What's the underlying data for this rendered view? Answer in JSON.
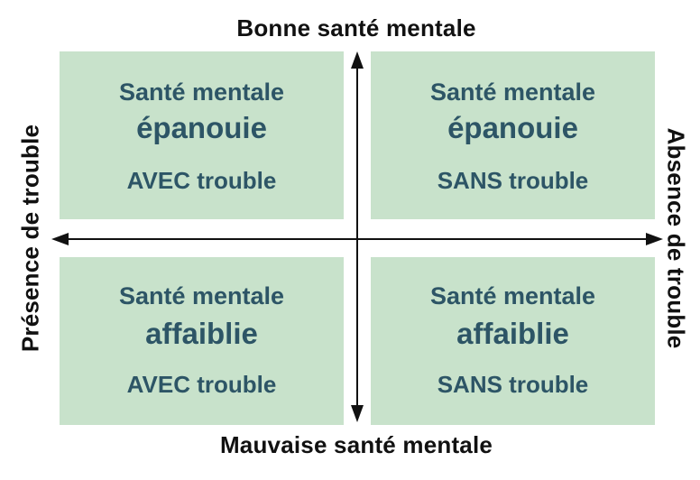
{
  "axes": {
    "top": "Bonne santé mentale",
    "bottom": "Mauvaise santé mentale",
    "left": "Présence de trouble",
    "right": "Absence de trouble"
  },
  "quadrants": {
    "top_left": {
      "line1": "Santé mentale",
      "line2": "épanouie",
      "line3": "AVEC trouble"
    },
    "top_right": {
      "line1": "Santé mentale",
      "line2": "épanouie",
      "line3": "SANS trouble"
    },
    "bottom_left": {
      "line1": "Santé mentale",
      "line2": "affaiblie",
      "line3": "AVEC trouble"
    },
    "bottom_right": {
      "line1": "Santé mentale",
      "line2": "affaiblie",
      "line3": "SANS trouble"
    }
  },
  "colors": {
    "quadrant_fill": "#c8e2cb",
    "quadrant_text": "#2d5566",
    "axis": "#111111"
  }
}
